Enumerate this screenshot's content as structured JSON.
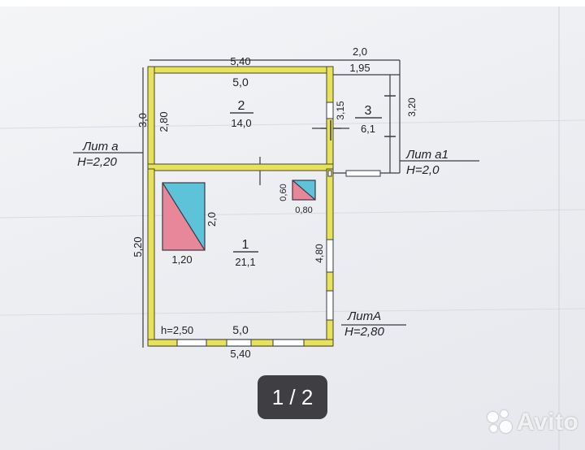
{
  "viewer": {
    "page_counter": "1 / 2",
    "watermark": "Avito"
  },
  "plan": {
    "colors": {
      "wall": "#e7e25a",
      "wall_outline": "#4a4630",
      "line": "#3a3a44",
      "pink": "#e8879a",
      "blue": "#5cc3d8"
    },
    "top_outer": "5,40",
    "top_inner": "5,0",
    "room2_no": "2",
    "room2_area": "14,0",
    "left_outer_a": "3,0",
    "left_inner_a": "2,80",
    "right_inner_a": "3,15",
    "room3_no": "3",
    "room3_area": "6,1",
    "ext_top_outer": "2,0",
    "ext_top_inner": "1,95",
    "ext_right": "3,20",
    "lit_a_label": "Лит  а",
    "lit_a_height": "Н=2,20",
    "lit_a1_label": "Лит  а1",
    "lit_a1_height": "Н=2,0",
    "stove_big_height": "2,0",
    "stove_big_width": "1,20",
    "stove_small_height": "0,60",
    "stove_small_width": "0,80",
    "room1_no": "1",
    "room1_area": "21,1",
    "left_outer_main": "5,20",
    "right_inner_main": "4,80",
    "lit_main_label": "ЛитА",
    "lit_main_height": "Н=2,80",
    "bottom_height": "h=2,50",
    "bottom_inner": "5,0",
    "bottom_outer": "5,40"
  }
}
